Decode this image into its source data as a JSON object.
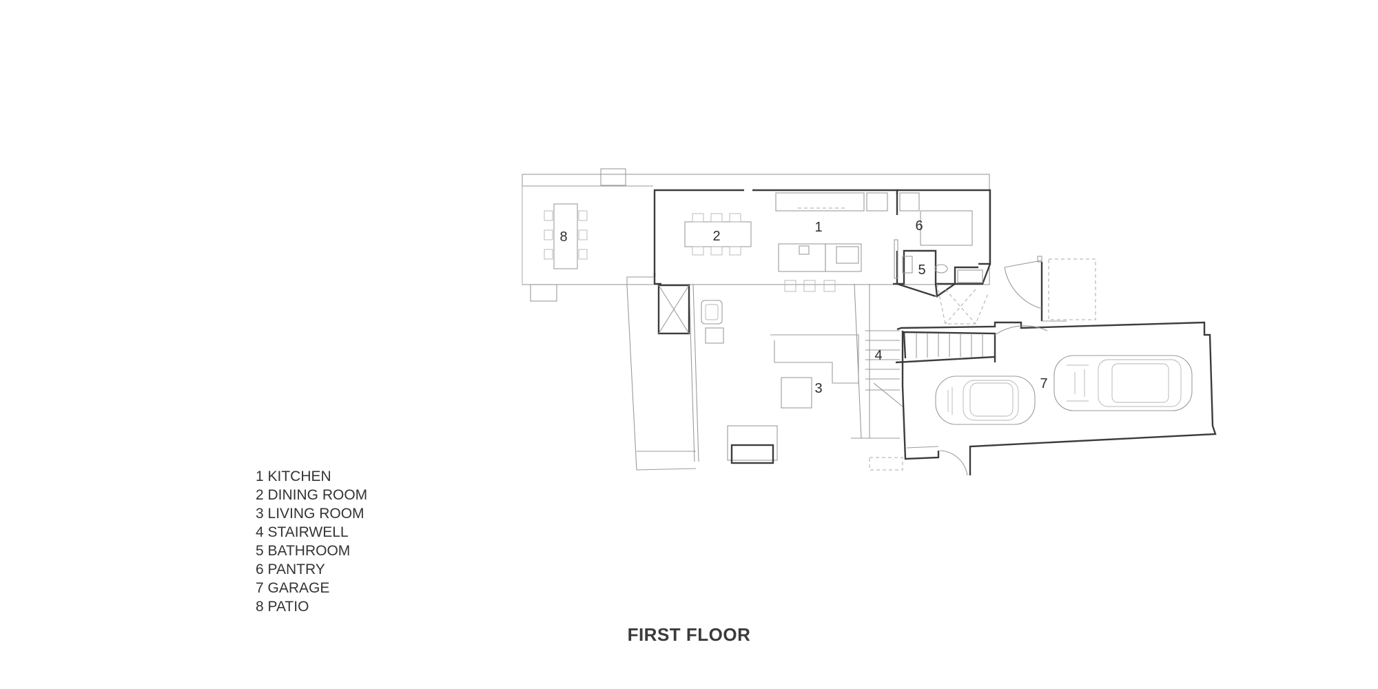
{
  "legend": {
    "items": [
      {
        "number": "1",
        "name": "KITCHEN",
        "label": "1 KITCHEN"
      },
      {
        "number": "2",
        "name": "DINING ROOM",
        "label": "2 DINING ROOM"
      },
      {
        "number": "3",
        "name": "LIVING ROOM",
        "label": "3 LIVING ROOM"
      },
      {
        "number": "4",
        "name": "STAIRWELL",
        "label": "4 STAIRWELL"
      },
      {
        "number": "5",
        "name": "BATHROOM",
        "label": "5 BATHROOM"
      },
      {
        "number": "6",
        "name": "PANTRY",
        "label": "6 PANTRY"
      },
      {
        "number": "7",
        "name": "GARAGE",
        "label": "7 GARAGE"
      },
      {
        "number": "8",
        "name": "PATIO",
        "label": "8 PATIO"
      }
    ]
  },
  "plan": {
    "title": "FIRST FLOOR",
    "room_labels": {
      "kitchen": "1",
      "dining_room": "2",
      "living_room": "3",
      "stairwell": "4",
      "bathroom": "5",
      "pantry": "6",
      "garage": "7",
      "patio": "8"
    }
  },
  "colors": {
    "wall": "#3c3c3c",
    "fixture_line": "#9a9a9a",
    "text": "#333333",
    "background": "#ffffff"
  }
}
